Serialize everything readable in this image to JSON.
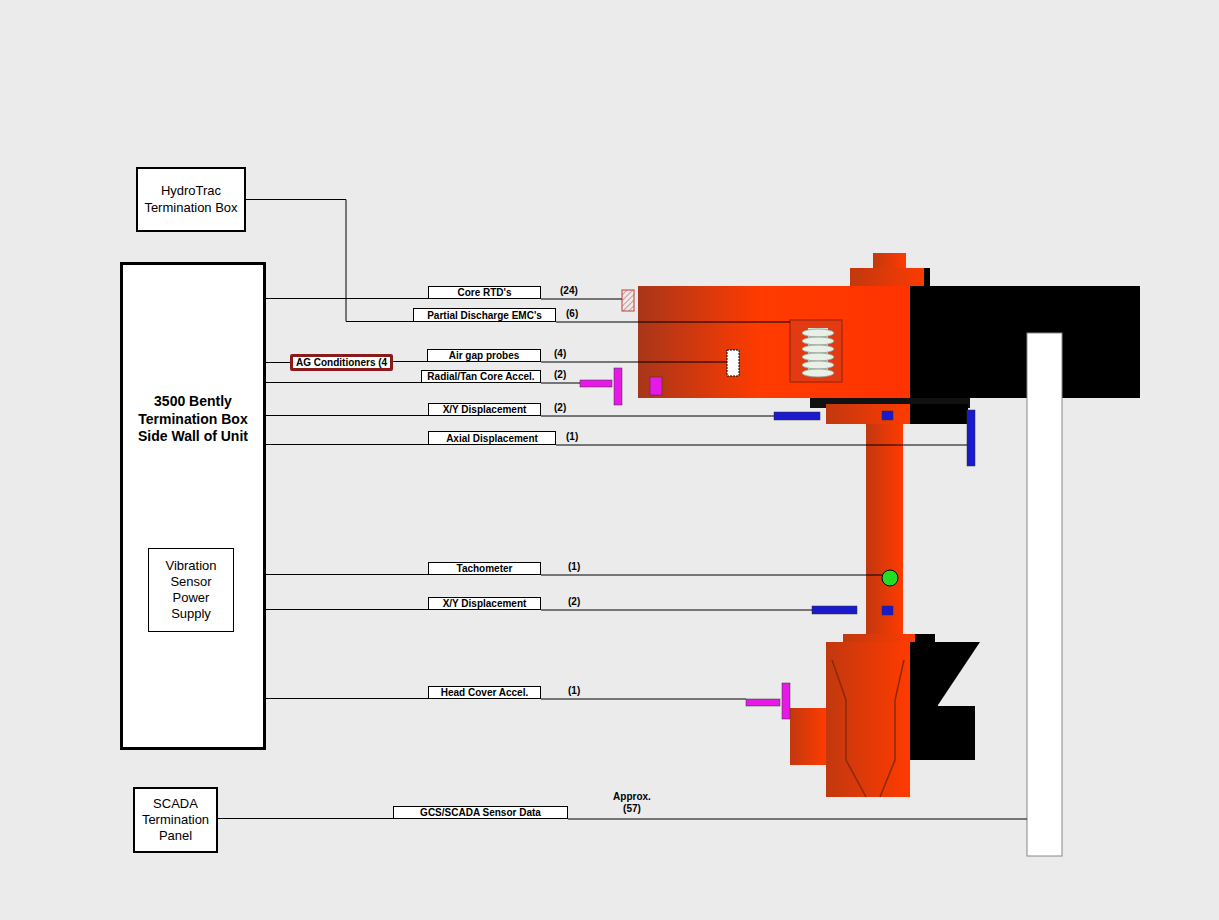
{
  "diagram": {
    "nodes": [
      {
        "text": [
          "HydroTrac Termination Box"
        ]
      },
      {
        "text": [
          "3500 Bently Termination Box Side Wall of Unit"
        ]
      },
      {
        "text": [
          "Vibration Sensor Power Supply"
        ],
        "in": 1
      },
      {
        "text": [
          "SCADA Termination Panel"
        ]
      },
      {
        "text": [
          "Core RTD's"
        ]
      },
      {
        "text": [
          "Partial Discharge EMC's"
        ]
      },
      {
        "text": [
          "AG Conditioners (4"
        ]
      },
      {
        "text": [
          "Air gap probes"
        ]
      },
      {
        "text": [
          "Radial/Tan Core Accel."
        ]
      },
      {
        "text": [
          "X/Y Displacement"
        ]
      },
      {
        "text": [
          "Axial Displacement"
        ]
      },
      {
        "text": [
          "Tachometer"
        ]
      },
      {
        "text": [
          "X/Y Displacement"
        ]
      },
      {
        "text": [
          "Head Cover Accel."
        ]
      },
      {
        "text": [
          "GCS/SCADA Sensor Data"
        ]
      }
    ],
    "edges": [
      {
        "from": 0,
        "to": 5,
        "arrow": "none"
      },
      {
        "from": 1,
        "to": 4,
        "arrow": "none"
      },
      {
        "from": 1,
        "to": 6,
        "arrow": "none"
      },
      {
        "from": 6,
        "to": 7,
        "arrow": "none"
      },
      {
        "from": 1,
        "to": 8,
        "arrow": "none"
      },
      {
        "from": 1,
        "to": 9,
        "arrow": "none"
      },
      {
        "from": 1,
        "to": 10,
        "arrow": "none"
      },
      {
        "from": 1,
        "to": 11,
        "arrow": "none"
      },
      {
        "from": 1,
        "to": 12,
        "arrow": "none"
      },
      {
        "from": 1,
        "to": 13,
        "arrow": "none"
      },
      {
        "from": 3,
        "to": 14,
        "arrow": "none"
      }
    ],
    "labels": [
      "(24)",
      "(6)",
      "(4)",
      "(2)",
      "(2)",
      "(1)",
      "(1)",
      "(2)",
      "(1)",
      "Approx. (57)"
    ]
  }
}
